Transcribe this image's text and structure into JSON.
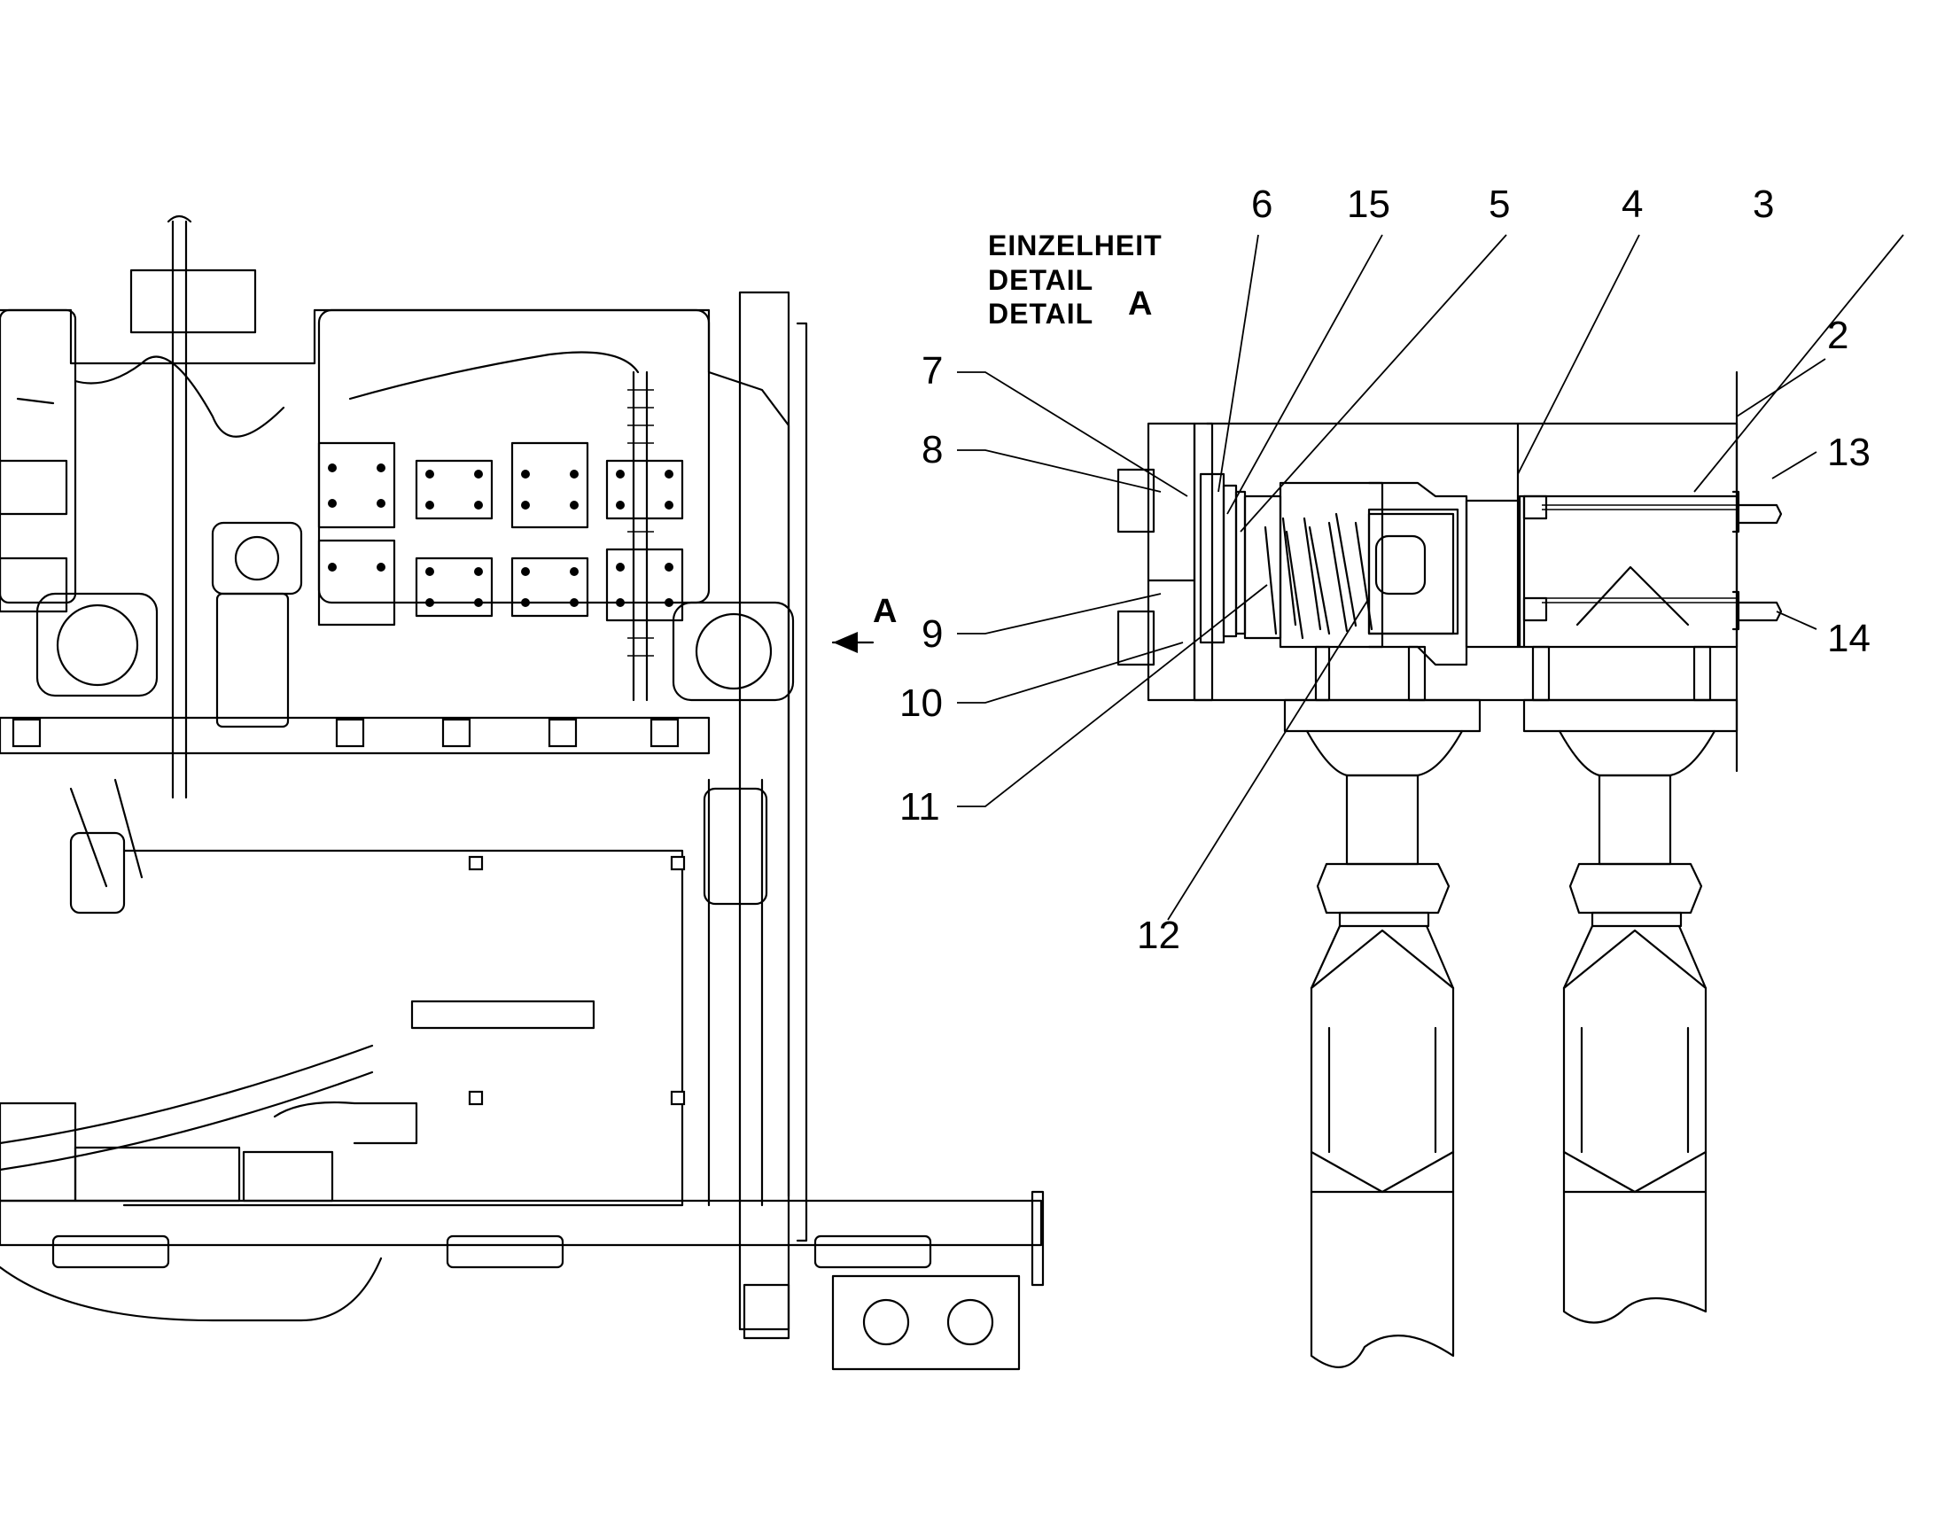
{
  "detail_title": {
    "line1": "EINZELHEIT",
    "line2": "DETAIL",
    "line3": "DETAIL",
    "view_letter": "A"
  },
  "view_arrow_label": "A",
  "callouts": [
    "2",
    "3",
    "4",
    "5",
    "6",
    "7",
    "8",
    "9",
    "10",
    "11",
    "12",
    "13",
    "14",
    "15"
  ]
}
